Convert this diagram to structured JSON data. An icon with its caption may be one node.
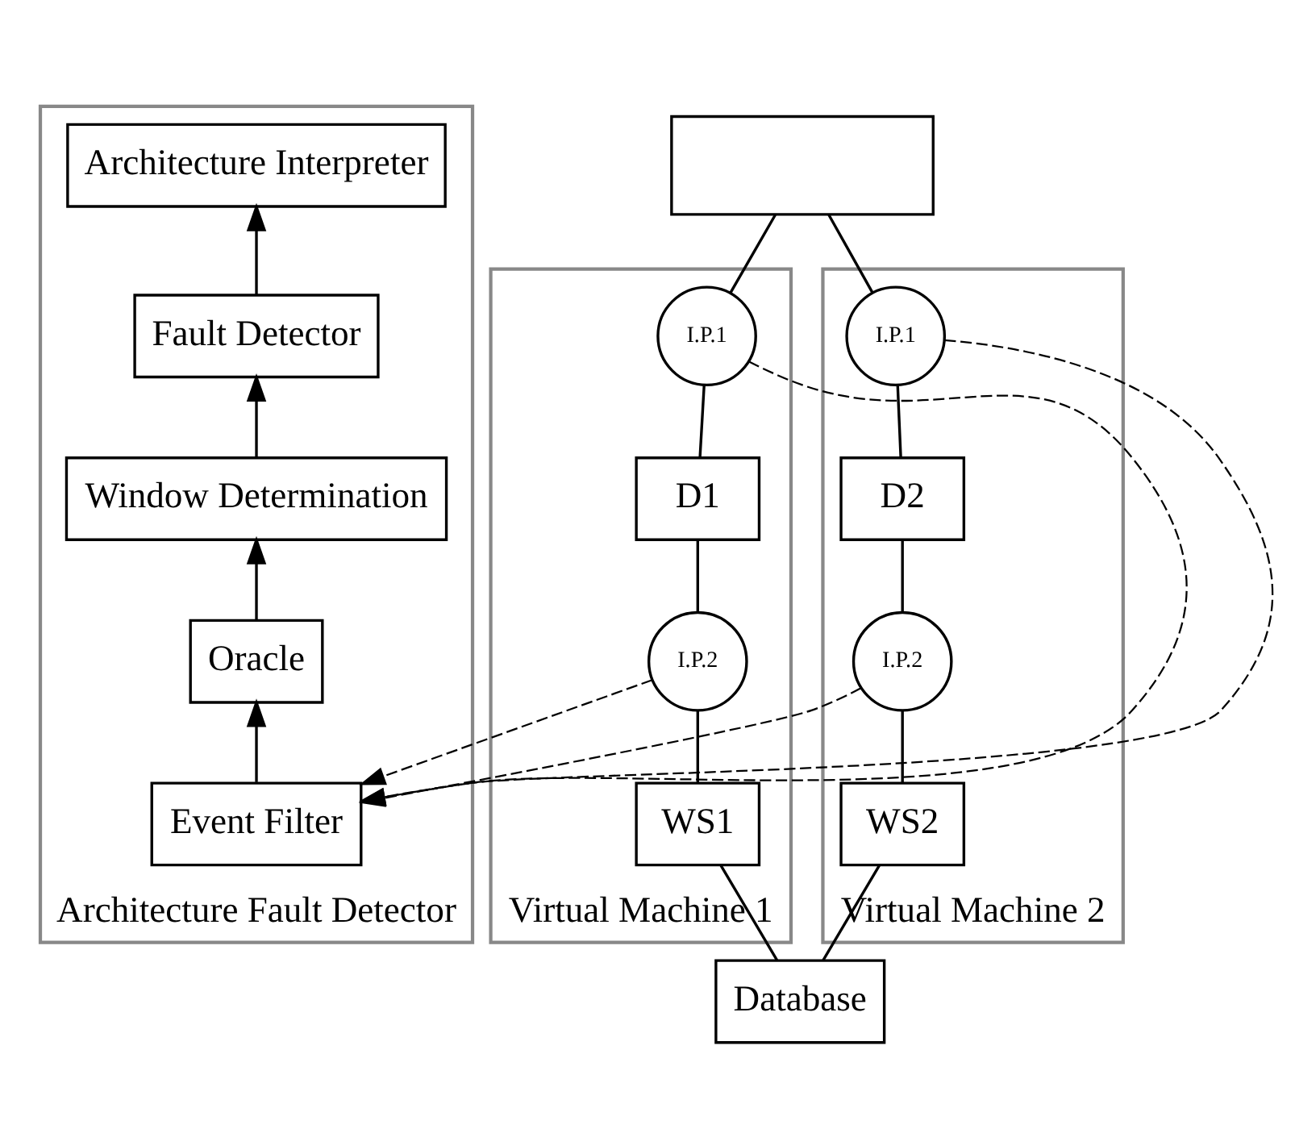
{
  "diagram": {
    "nodes": [
      {
        "text": [
          "Architecture Fault Detector"
        ]
      },
      {
        "text": [
          "Architecture Interpreter"
        ],
        "in": 0
      },
      {
        "text": [
          "Fault Detector"
        ],
        "in": 0
      },
      {
        "text": [
          "Window Determination"
        ],
        "in": 0
      },
      {
        "text": [
          "Oracle"
        ],
        "in": 0
      },
      {
        "text": [
          "Event Filter"
        ],
        "in": 0
      },
      {
        "text": [],
        "shape": "box"
      },
      {
        "text": [
          "Virtual Machine 1"
        ]
      },
      {
        "text": [
          "I.P.1"
        ],
        "in": 7
      },
      {
        "text": [
          "D1"
        ],
        "in": 7
      },
      {
        "text": [
          "I.P.2"
        ],
        "in": 7
      },
      {
        "text": [
          "WS1"
        ],
        "in": 7
      },
      {
        "text": [
          "Virtual Machine 2"
        ]
      },
      {
        "text": [
          "I.P.1"
        ],
        "in": 12
      },
      {
        "text": [
          "D2"
        ],
        "in": 12
      },
      {
        "text": [
          "I.P.2"
        ],
        "in": 12
      },
      {
        "text": [
          "WS2"
        ],
        "in": 12
      },
      {
        "text": [
          "Database"
        ]
      }
    ],
    "edges": [
      {
        "from": 5,
        "to": 4,
        "arrow": "to"
      },
      {
        "from": 4,
        "to": 3,
        "arrow": "to"
      },
      {
        "from": 3,
        "to": 2,
        "arrow": "to"
      },
      {
        "from": 2,
        "to": 1,
        "arrow": "to"
      },
      {
        "from": 6,
        "to": 8,
        "arrow": "none"
      },
      {
        "from": 6,
        "to": 13,
        "arrow": "none"
      },
      {
        "from": 8,
        "to": 9,
        "arrow": "none"
      },
      {
        "from": 9,
        "to": 10,
        "arrow": "none"
      },
      {
        "from": 10,
        "to": 11,
        "arrow": "none"
      },
      {
        "from": 13,
        "to": 14,
        "arrow": "none"
      },
      {
        "from": 14,
        "to": 15,
        "arrow": "none"
      },
      {
        "from": 15,
        "to": 16,
        "arrow": "none"
      },
      {
        "from": 11,
        "to": 17,
        "arrow": "none"
      },
      {
        "from": 16,
        "to": 17,
        "arrow": "none"
      },
      {
        "from": 8,
        "to": 5,
        "arrow": "to",
        "style": "dashed"
      },
      {
        "from": 13,
        "to": 5,
        "arrow": "to",
        "style": "dashed"
      },
      {
        "from": 10,
        "to": 5,
        "arrow": "to",
        "style": "dashed"
      },
      {
        "from": 15,
        "to": 5,
        "arrow": "to",
        "style": "dashed"
      }
    ]
  }
}
